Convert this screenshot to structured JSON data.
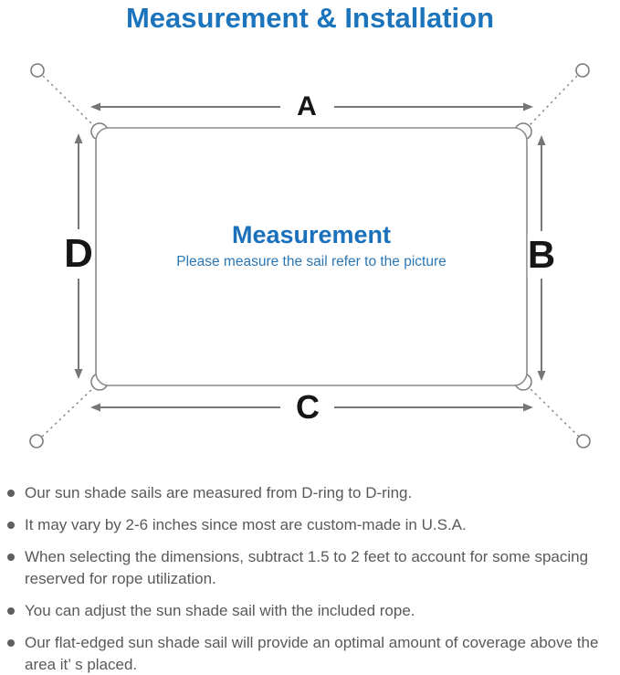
{
  "title": "Measurement & Installation",
  "diagram": {
    "labels": {
      "top": "A",
      "right": "B",
      "bottom": "C",
      "left": "D"
    },
    "center_heading": "Measurement",
    "center_subtitle": "Please measure the sail refer to the picture"
  },
  "bullets": [
    "Our sun shade sails are measured from D-ring to D-ring.",
    "It may vary by 2-6 inches since most are custom-made in U.S.A.",
    "When selecting the dimensions, subtract 1.5 to 2 feet to account for some spacing reserved for rope utilization.",
    "You can adjust the sun shade sail with the included rope.",
    "Our flat-edged sun shade sail will provide an optimal amount of coverage above the area it’ s placed."
  ],
  "colors": {
    "accent_blue": "#1b74bc",
    "heading_blue": "#1a70ba",
    "subtitle_blue": "#2b77b4",
    "line_gray": "#8c8c8c",
    "arrow_gray": "#757575",
    "label_black": "#161616",
    "body_text_gray": "#595959"
  }
}
